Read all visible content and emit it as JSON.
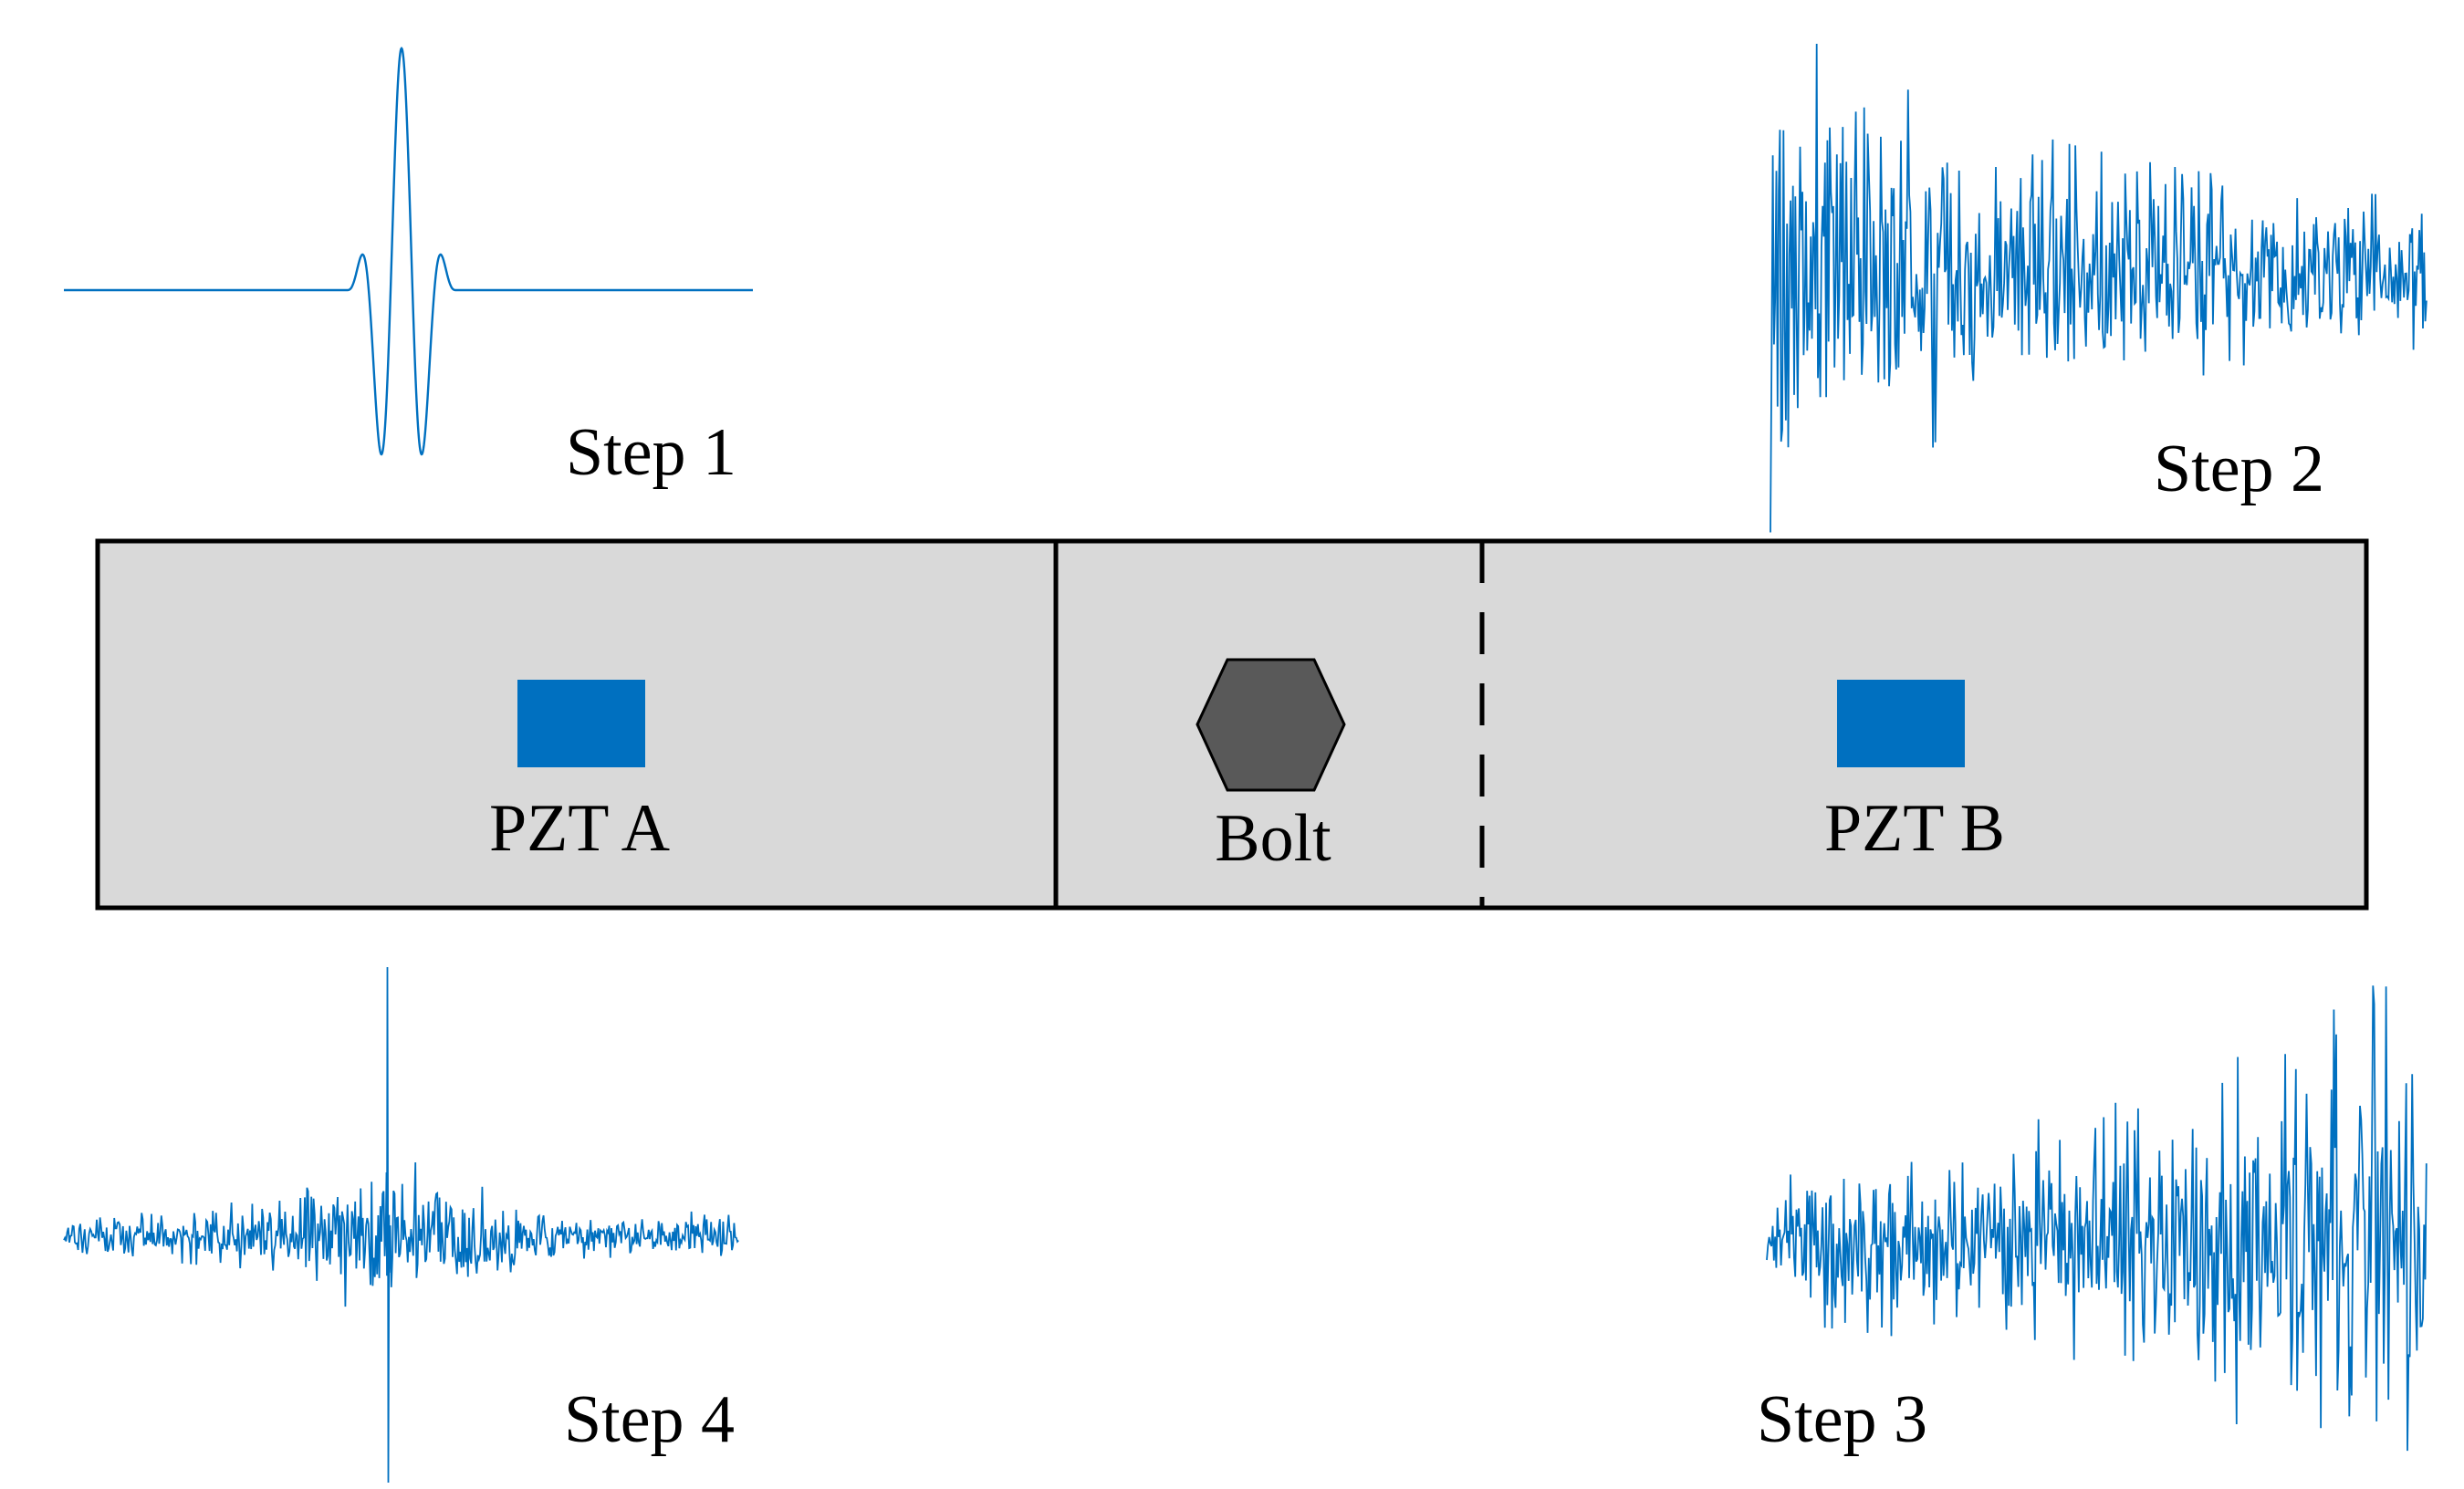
{
  "colors": {
    "signal": "#0070C0",
    "plate_fill": "#D9D9D9",
    "plate_stroke": "#000000",
    "bolt_fill": "#595959",
    "pzt_fill": "#0070C0",
    "background": "#FFFFFF"
  },
  "steps": {
    "step1": "Step 1",
    "step2": "Step 2",
    "step3": "Step 3",
    "step4": "Step 4"
  },
  "components": {
    "pzt_a": "PZT A",
    "pzt_b": "PZT B",
    "bolt": "Bolt"
  },
  "signals": {
    "step1": "tone-burst excitation",
    "step2": "decaying response signal",
    "step3": "time-reversed response signal",
    "step4": "refocused signal with focal peak"
  }
}
